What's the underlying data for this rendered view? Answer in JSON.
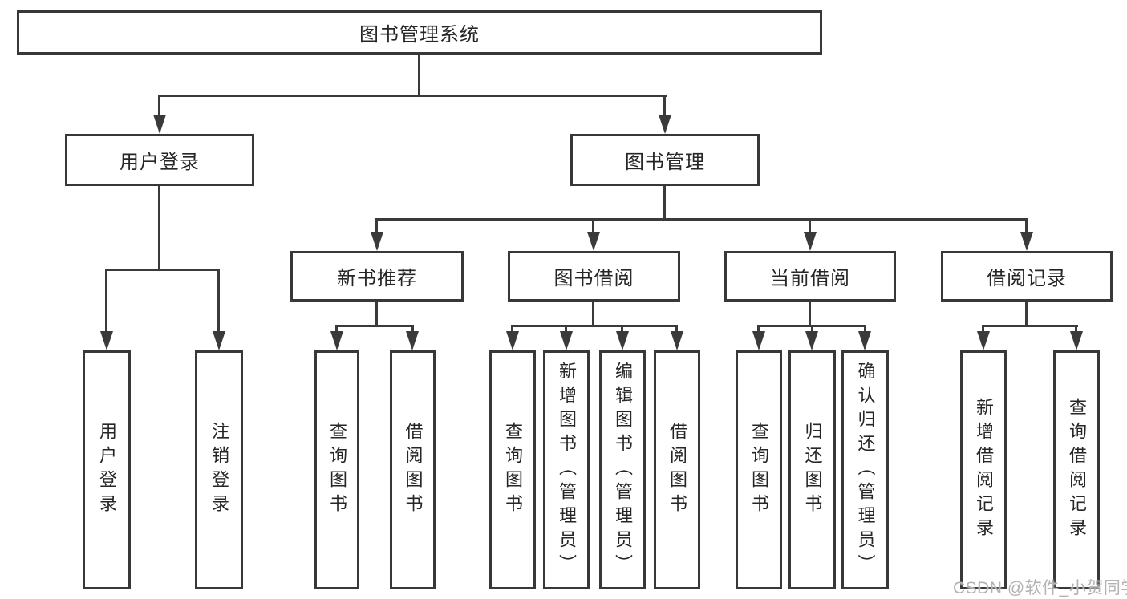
{
  "root": {
    "label": "图书管理系统"
  },
  "branches": {
    "user_login": {
      "label": "用户登录",
      "children": [
        "用户登录",
        "注销登录"
      ]
    },
    "book_mgmt": {
      "label": "图书管理"
    }
  },
  "modules": [
    {
      "label": "新书推荐",
      "children": [
        "查询图书",
        "借阅图书"
      ]
    },
    {
      "label": "图书借阅",
      "children": [
        "查询图书",
        "新增图书（管理员）",
        "编辑图书（管理员）",
        "借阅图书"
      ]
    },
    {
      "label": "当前借阅",
      "children": [
        "查询图书",
        "归还图书",
        "确认归还（管理员）"
      ]
    },
    {
      "label": "借阅记录",
      "children": [
        "新增借阅记录",
        "查询借阅记录"
      ]
    }
  ],
  "watermark": "CSDN @软件_小贺同学",
  "colors": {
    "line": "#3a3a3a",
    "box_border": "#383838",
    "text": "#262626",
    "watermark": "#b3b3b3",
    "background": "#ffffff"
  }
}
